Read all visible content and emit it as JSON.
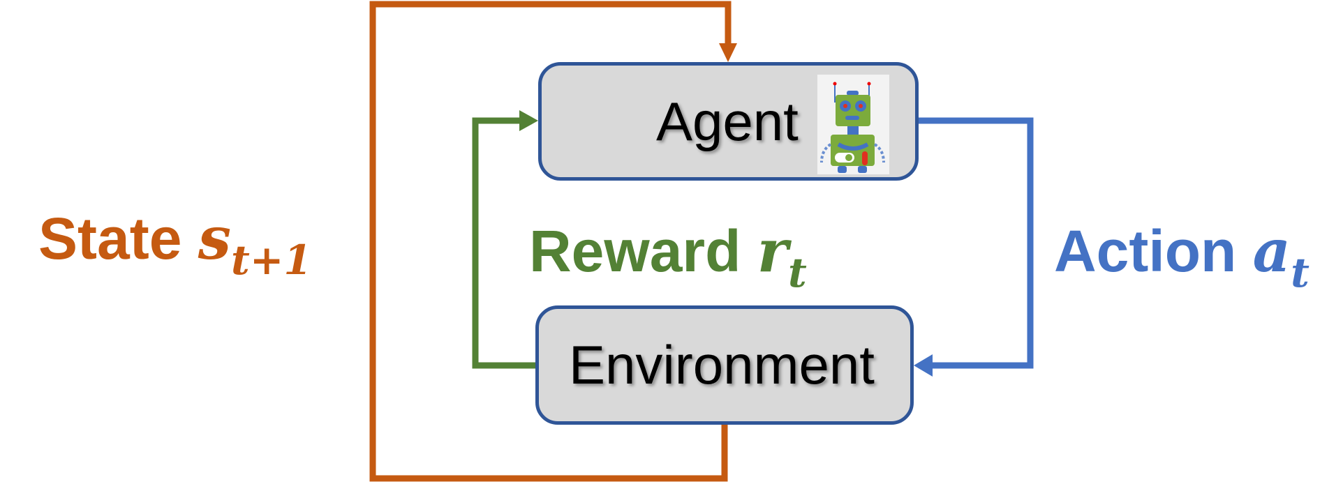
{
  "agent": {
    "label": "Agent",
    "icon": "robot-icon"
  },
  "environment": {
    "label": "Environment"
  },
  "state": {
    "word": "State",
    "symbol": "s",
    "subscript": "t+1"
  },
  "reward": {
    "word": "Reward",
    "symbol": "r",
    "subscript": "t"
  },
  "action": {
    "word": "Action",
    "symbol": "a",
    "subscript": "t"
  },
  "colors": {
    "state": "#C55A11",
    "reward": "#538135",
    "action": "#4472C4",
    "box_border": "#2F5597",
    "box_fill": "#D9D9D9"
  }
}
